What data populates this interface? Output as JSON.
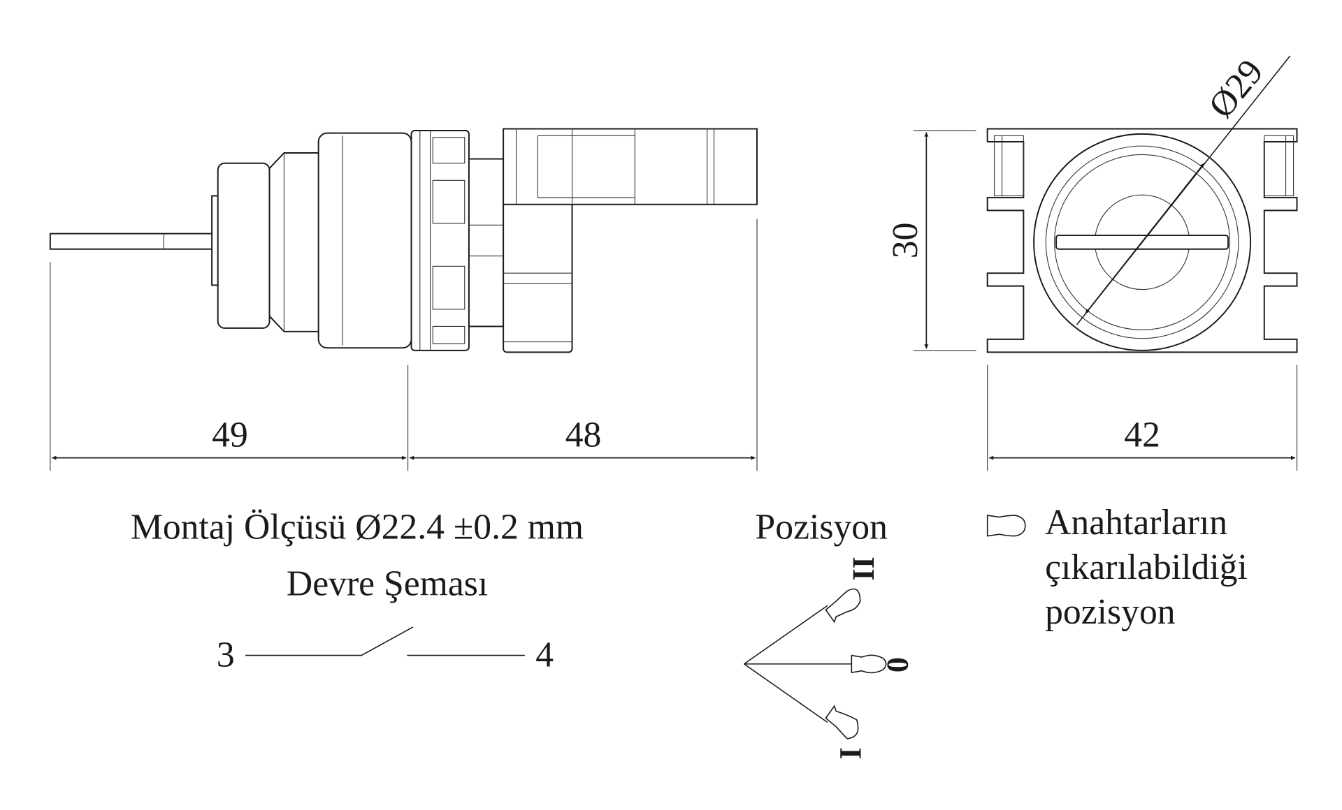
{
  "dimensions": {
    "side_left": "49",
    "side_right": "48",
    "height": "30",
    "width": "42",
    "diameter": "Ø29"
  },
  "mounting_text": "Montaj Ölçüsü Ø22.4 ±0.2 mm",
  "circuit": {
    "title": "Devre Şeması",
    "terminal_left": "3",
    "terminal_right": "4"
  },
  "positions": {
    "title": "Pozisyon",
    "labels": [
      "II",
      "0",
      "I"
    ]
  },
  "legend": {
    "icon": "key-removable-icon",
    "lines": [
      "Anahtarların",
      "çıkarılabildiği",
      "pozisyon"
    ]
  }
}
